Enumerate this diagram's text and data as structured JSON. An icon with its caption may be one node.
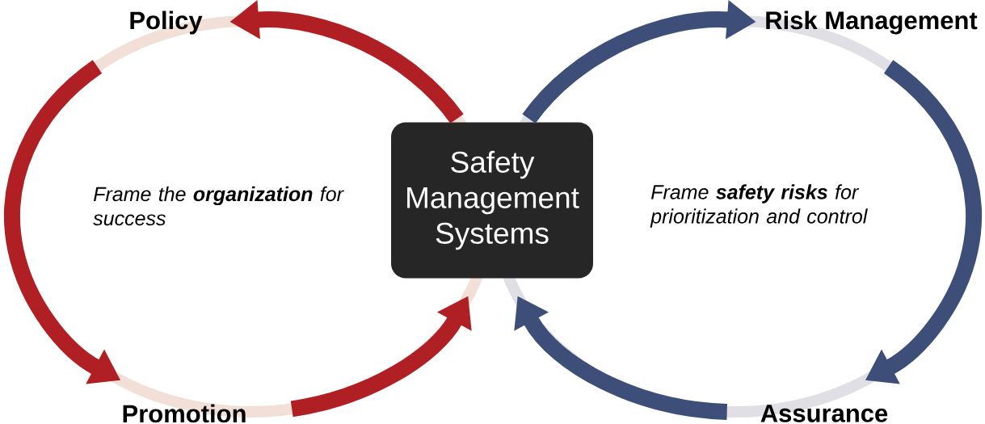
{
  "diagram": {
    "nodes": [
      {
        "text": [
          "Policy"
        ]
      },
      {
        "text": [
          "Risk Management"
        ]
      },
      {
        "text": [
          "Safety Management Systems"
        ]
      },
      {
        "text": [
          "Promotion"
        ]
      },
      {
        "text": [
          "Assurance"
        ]
      }
    ],
    "edges": [
      {
        "from": 2,
        "to": 0,
        "arrow": "to",
        "color": "#b01f24"
      },
      {
        "from": 0,
        "to": 3,
        "arrow": "to",
        "color": "#b01f24"
      },
      {
        "from": 3,
        "to": 2,
        "arrow": "to",
        "color": "#b01f24"
      },
      {
        "from": 2,
        "to": 1,
        "arrow": "to",
        "color": "#3d4f78"
      },
      {
        "from": 1,
        "to": 4,
        "arrow": "to",
        "color": "#3d4f78"
      },
      {
        "from": 4,
        "to": 2,
        "arrow": "to",
        "color": "#3d4f78"
      }
    ],
    "labels": [
      "Frame the **organization** for success",
      "Frame **safety risks** for prioritization and control"
    ]
  }
}
